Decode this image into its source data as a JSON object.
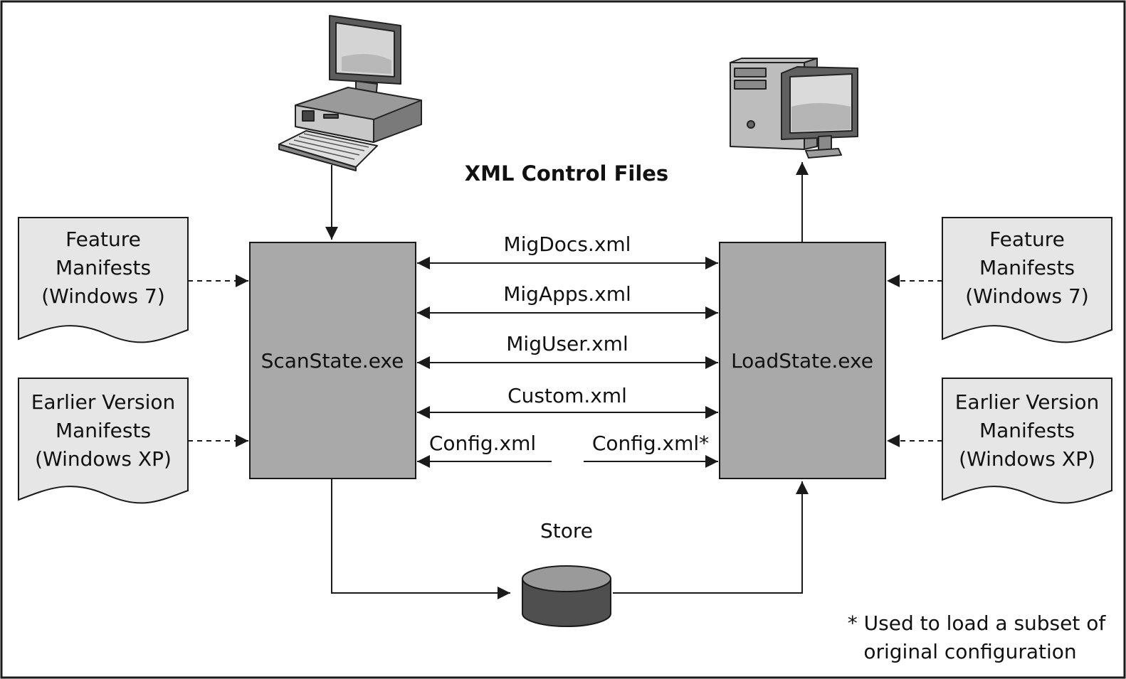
{
  "title": "XML Control Files",
  "scanstate": {
    "label": "ScanState.exe"
  },
  "loadstate": {
    "label": "LoadState.exe"
  },
  "xml_files": [
    {
      "label": "MigDocs.xml"
    },
    {
      "label": "MigApps.xml"
    },
    {
      "label": "MigUser.xml"
    },
    {
      "label": "Custom.xml"
    }
  ],
  "config_left": "Config.xml",
  "config_right": "Config.xml*",
  "store": {
    "label": "Store"
  },
  "manifests_left": [
    {
      "lines": [
        "Feature",
        "Manifests",
        "(Windows 7)"
      ]
    },
    {
      "lines": [
        "Earlier Version",
        "Manifests",
        "(Windows XP)"
      ]
    }
  ],
  "manifests_right": [
    {
      "lines": [
        "Feature",
        "Manifests",
        "(Windows 7)"
      ]
    },
    {
      "lines": [
        "Earlier Version",
        "Manifests",
        "(Windows XP)"
      ]
    }
  ],
  "footnote": [
    "* Used to load a subset of",
    "original configuration"
  ],
  "icons": {
    "source_computer": "desktop-computer-icon",
    "destination_computer": "tower-computer-icon",
    "store": "database-cylinder-icon"
  },
  "colors": {
    "box_fill": "#a9a9a9",
    "doc_fill": "#e6e6e6",
    "store_fill": "#5f5f5f",
    "line": "#1a1a1a"
  }
}
